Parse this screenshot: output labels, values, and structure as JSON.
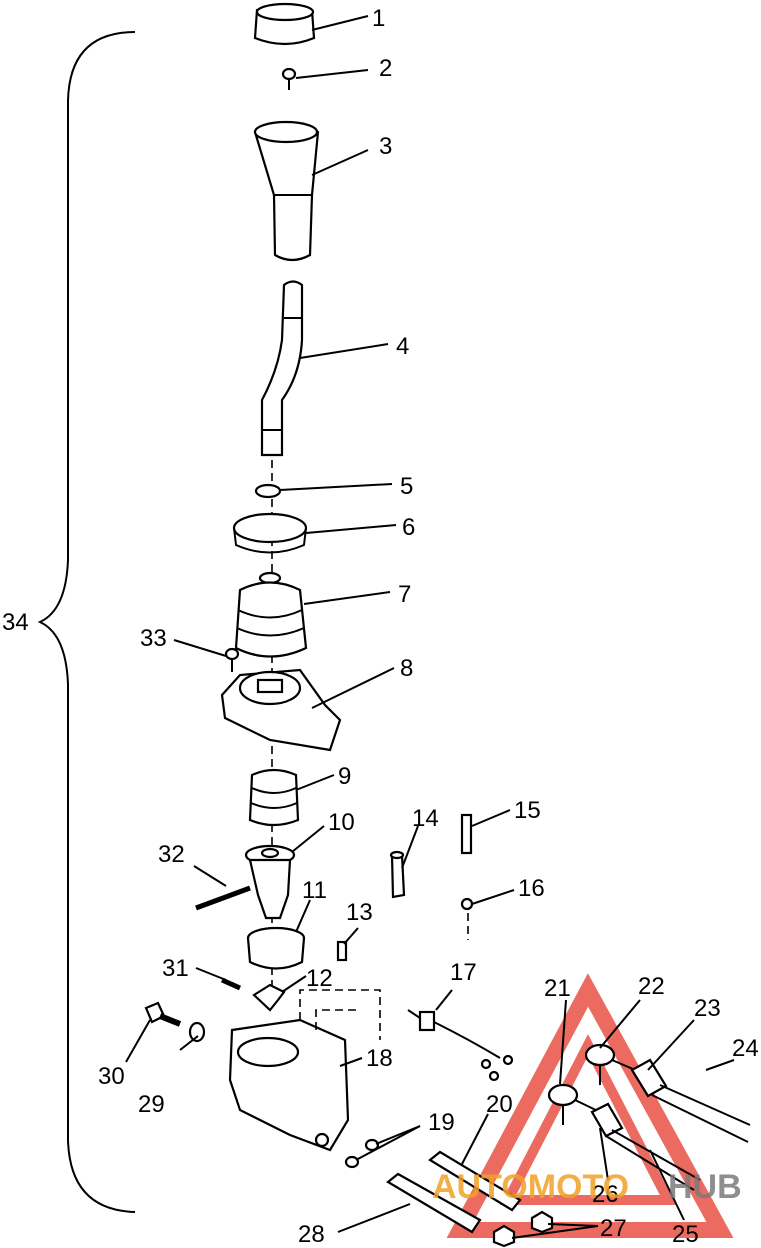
{
  "diagram": {
    "callouts": [
      "1",
      "2",
      "3",
      "4",
      "5",
      "6",
      "7",
      "8",
      "9",
      "10",
      "11",
      "12",
      "13",
      "14",
      "15",
      "16",
      "17",
      "18",
      "19",
      "20",
      "21",
      "22",
      "23",
      "24",
      "25",
      "26",
      "27",
      "28",
      "29",
      "30",
      "31",
      "32",
      "33",
      "34"
    ]
  },
  "watermark": {
    "text_orange": "AUTOMOTO",
    "text_gray": "HUB",
    "colors": {
      "orange": "#f2a227",
      "red": "#e53a2c",
      "gray": "#7b7b7b"
    }
  }
}
